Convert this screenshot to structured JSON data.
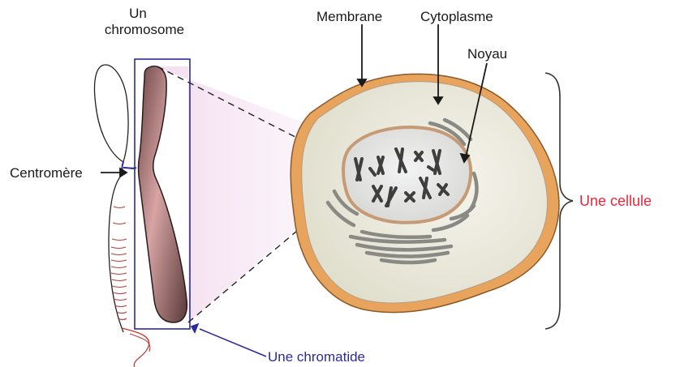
{
  "labels": {
    "chromosome_line1": "Un",
    "chromosome_line2": "chromosome",
    "centromere": "Centromère",
    "membrane": "Membrane",
    "cytoplasm": "Cytoplasme",
    "nucleus": "Noyau",
    "cell": "Une cellule",
    "chromatid": "Une chromatide"
  },
  "colors": {
    "membrane": "#e8a35c",
    "cytoplasm": "#ecebe1",
    "nucleus_border": "#c79a76",
    "chromatid_fill": "#9a6e6e",
    "highlight_box": "#2b2b9c",
    "cell_label": "#e8283a",
    "chromatid_label": "#2b2b9c",
    "dna_coil": "#c23a3a"
  }
}
